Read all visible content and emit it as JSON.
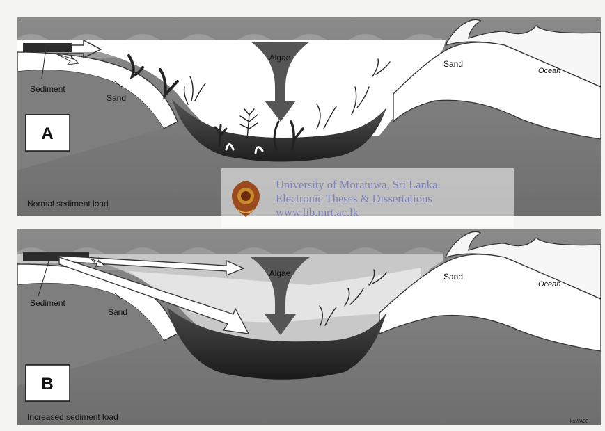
{
  "panels": [
    {
      "letter": "A",
      "caption": "Normal sediment load",
      "labels": {
        "sediment": "Sediment",
        "sand_left": "Sand",
        "algae": "Algae",
        "sand_right": "Sand",
        "ocean": "Ocean"
      }
    },
    {
      "letter": "B",
      "caption": "Increased sediment load",
      "labels": {
        "sediment": "Sediment",
        "sand_left": "Sand",
        "algae": "Algae",
        "sand_right": "Sand",
        "ocean": "Ocean"
      },
      "credit": "kaWA98"
    }
  ],
  "watermark": {
    "line1": "University of Moratuwa, Sri Lanka.",
    "line2": "Electronic Theses & Dissertations",
    "line3": "www.lib.mrt.ac.lk"
  },
  "colors": {
    "deep": "#7a7a7a",
    "shelf": "#a8a8a8",
    "sand": "#ffffff",
    "sediment": "#2a2a2a",
    "arrow": "#3b3b3b"
  }
}
